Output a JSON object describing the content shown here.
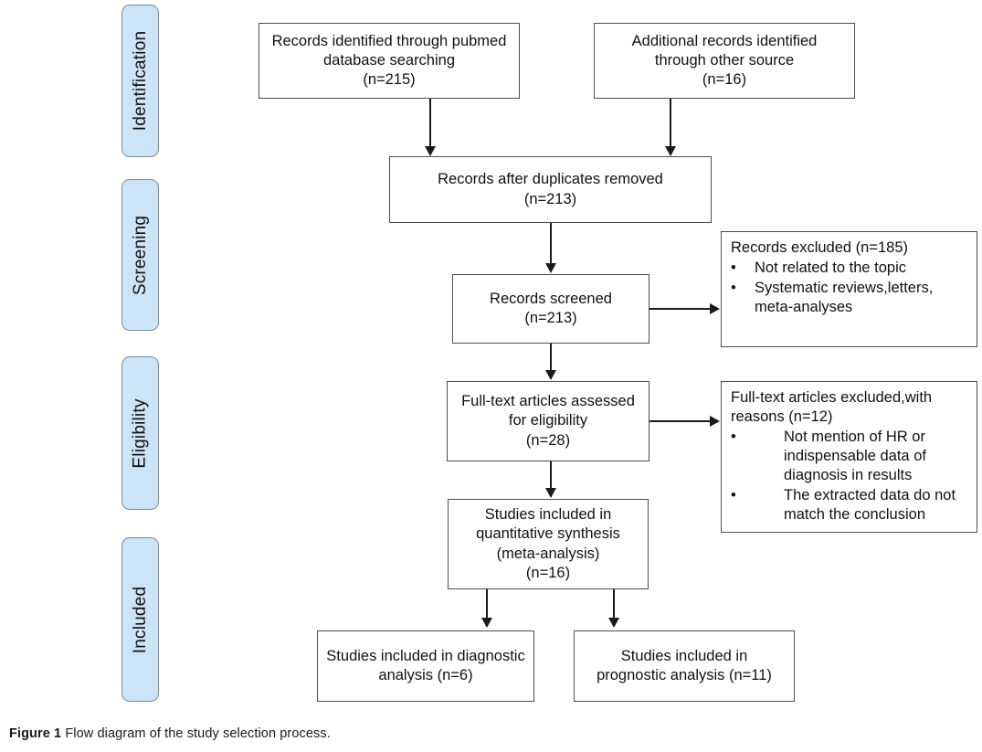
{
  "stages": [
    {
      "label": "Identification"
    },
    {
      "label": "Screening"
    },
    {
      "label": "Eligibility"
    },
    {
      "label": "Included"
    }
  ],
  "boxes": {
    "identified_pubmed": "Records identified through pubmed\ndatabase searching\n(n=215)",
    "identified_other": "Additional records identified\nthrough other source\n(n=16)",
    "duplicates_removed": "Records after duplicates removed\n(n=213)",
    "records_screened": "Records screened\n(n=213)",
    "fulltext_assessed": "Full-text articles assessed\nfor eligibility\n(n=28)",
    "quantitative_synthesis": "Studies included in\nquantitative synthesis\n(meta-analysis)\n(n=16)",
    "diagnostic_analysis": "Studies included in diagnostic\nanalysis (n=6)",
    "prognostic_analysis": "Studies included in\nprognostic analysis (n=11)"
  },
  "exclusions": {
    "records_excluded": {
      "heading": "Records excluded (n=185)",
      "bullet": "•",
      "items": [
        "Not related to the topic",
        "Systematic reviews,letters,\nmeta-analyses"
      ]
    },
    "fulltext_excluded": {
      "heading": "Full-text articles excluded,with\nreasons (n=12)",
      "bullet": "•",
      "items": [
        "Not mention of HR or\nindispensable data of\ndiagnosis in results",
        "The extracted data do not\nmatch the conclusion"
      ]
    }
  },
  "caption": {
    "label": "Figure 1",
    "text": " Flow diagram of the study selection process."
  },
  "colors": {
    "stage_fill": "#cde4f7",
    "stage_border": "#7d8b99",
    "box_border": "#4d4d4d",
    "connector": "#1a1a1a",
    "page_background": "#ffffff"
  },
  "chart_data": {
    "type": "diagram",
    "title": "PRISMA flow diagram of the study selection process",
    "nodes": [
      {
        "id": "identified_pubmed",
        "stage": "Identification",
        "label": "Records identified through pubmed database searching",
        "n": 215
      },
      {
        "id": "identified_other",
        "stage": "Identification",
        "label": "Additional records identified through other source",
        "n": 16
      },
      {
        "id": "duplicates_removed",
        "stage": "Screening",
        "label": "Records after duplicates removed",
        "n": 213
      },
      {
        "id": "records_screened",
        "stage": "Screening",
        "label": "Records screened",
        "n": 213
      },
      {
        "id": "records_excluded",
        "stage": "Screening",
        "label": "Records excluded",
        "n": 185
      },
      {
        "id": "fulltext_assessed",
        "stage": "Eligibility",
        "label": "Full-text articles assessed for eligibility",
        "n": 28
      },
      {
        "id": "fulltext_excluded",
        "stage": "Eligibility",
        "label": "Full-text articles excluded,with reasons",
        "n": 12
      },
      {
        "id": "quantitative_synthesis",
        "stage": "Included",
        "label": "Studies included in quantitative synthesis (meta-analysis)",
        "n": 16
      },
      {
        "id": "diagnostic_analysis",
        "stage": "Included",
        "label": "Studies included in diagnostic analysis",
        "n": 6
      },
      {
        "id": "prognostic_analysis",
        "stage": "Included",
        "label": "Studies included in prognostic analysis",
        "n": 11
      }
    ],
    "edges": [
      {
        "from": "identified_pubmed",
        "to": "duplicates_removed"
      },
      {
        "from": "identified_other",
        "to": "duplicates_removed"
      },
      {
        "from": "duplicates_removed",
        "to": "records_screened"
      },
      {
        "from": "records_screened",
        "to": "records_excluded"
      },
      {
        "from": "records_screened",
        "to": "fulltext_assessed"
      },
      {
        "from": "fulltext_assessed",
        "to": "fulltext_excluded"
      },
      {
        "from": "fulltext_assessed",
        "to": "quantitative_synthesis"
      },
      {
        "from": "quantitative_synthesis",
        "to": "diagnostic_analysis"
      },
      {
        "from": "quantitative_synthesis",
        "to": "prognostic_analysis"
      }
    ]
  }
}
